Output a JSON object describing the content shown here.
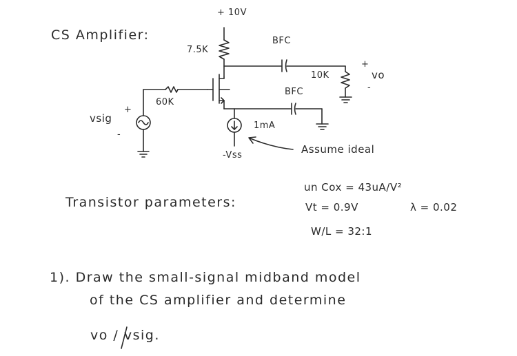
{
  "circuit": {
    "title": "CS Amplifier:",
    "supply": "+ 10V",
    "rd": "7.5K",
    "bfc_top": "BFC",
    "bfc_bottom": "BFC",
    "rl": "10K",
    "vo_plus": "+",
    "vo": "vo",
    "vo_minus": "-",
    "rsig": "60K",
    "vsig_plus": "+",
    "vsig": "vsig",
    "vsig_minus": "-",
    "current": "1mA",
    "vss": "-Vss",
    "note": "Assume ideal"
  },
  "params": {
    "heading": "Transistor parameters:",
    "uncox": "un Cox = 43uA/V²",
    "vt": "Vt = 0.9V",
    "lambda": "λ = 0.02",
    "wl": "W/L = 32:1"
  },
  "question": {
    "line1": "1). Draw the small-signal midband model",
    "line2": "of the CS amplifier and determine",
    "line3": "vo / vsig."
  },
  "colors": {
    "ink": "#2a2a2a",
    "background": "#ffffff"
  }
}
